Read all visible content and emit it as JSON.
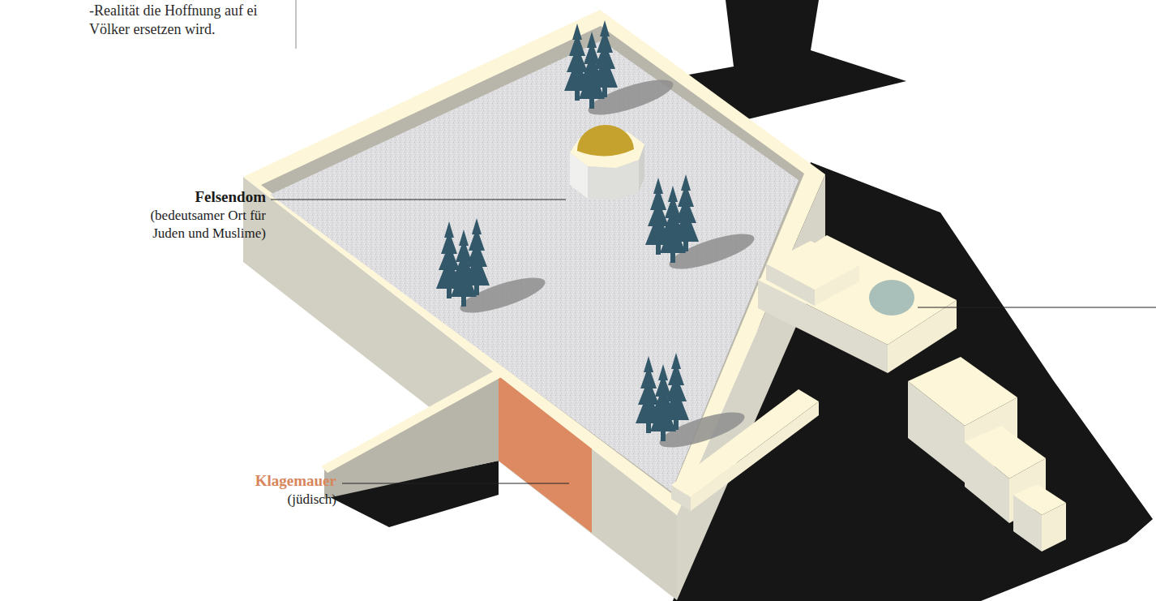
{
  "diagram": {
    "labels": [
      "-Realität die Hoffnung auf ei Völker ersetzen wird.",
      "Felsendom",
      "(bedeutsamer Ort für Juden und Muslime)",
      "Klagemauer",
      "(jüdisch)"
    ]
  }
}
